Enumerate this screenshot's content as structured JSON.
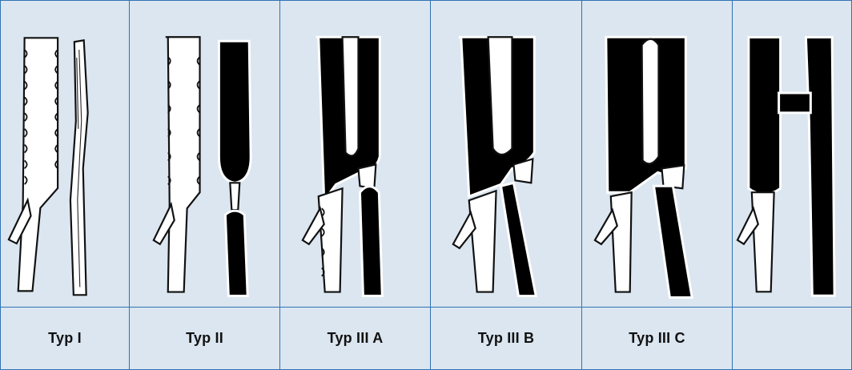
{
  "panels": [
    {
      "label": "Typ I"
    },
    {
      "label": "Typ II"
    },
    {
      "label": "Typ III A"
    },
    {
      "label": "Typ III B"
    },
    {
      "label": "Typ III C"
    },
    {
      "label": ""
    }
  ],
  "colors": {
    "border": "#2f73b5",
    "background": "#dbe6f0",
    "vessel": "#000000",
    "tissue": "#ffffff"
  }
}
